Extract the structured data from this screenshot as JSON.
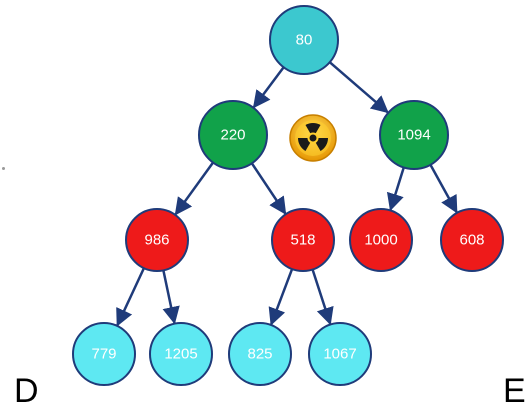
{
  "tree": {
    "nodes": [
      {
        "id": "n80",
        "label": "80",
        "level": 0,
        "color": "#3cc8cf",
        "text_color": "#ffffff"
      },
      {
        "id": "n220",
        "label": "220",
        "level": 1,
        "color": "#11a24a",
        "text_color": "#ffffff"
      },
      {
        "id": "n1094",
        "label": "1094",
        "level": 1,
        "color": "#11a24a",
        "text_color": "#ffffff"
      },
      {
        "id": "n986",
        "label": "986",
        "level": 2,
        "color": "#ee1a1a",
        "text_color": "#ffffff"
      },
      {
        "id": "n518",
        "label": "518",
        "level": 2,
        "color": "#ee1a1a",
        "text_color": "#ffffff"
      },
      {
        "id": "n1000",
        "label": "1000",
        "level": 2,
        "color": "#ee1a1a",
        "text_color": "#ffffff"
      },
      {
        "id": "n608",
        "label": "608",
        "level": 2,
        "color": "#ee1a1a",
        "text_color": "#ffffff"
      },
      {
        "id": "n779",
        "label": "779",
        "level": 3,
        "color": "#5ee8f2",
        "text_color": "#1a1a1a"
      },
      {
        "id": "n1205",
        "label": "1205",
        "level": 3,
        "color": "#5ee8f2",
        "text_color": "#1a1a1a"
      },
      {
        "id": "n825",
        "label": "825",
        "level": 3,
        "color": "#5ee8f2",
        "text_color": "#1a1a1a"
      },
      {
        "id": "n1067",
        "label": "1067",
        "level": 3,
        "color": "#5ee8f2",
        "text_color": "#1a1a1a"
      }
    ],
    "edges": [
      [
        "n80",
        "n220"
      ],
      [
        "n80",
        "n1094"
      ],
      [
        "n220",
        "n986"
      ],
      [
        "n220",
        "n518"
      ],
      [
        "n1094",
        "n1000"
      ],
      [
        "n1094",
        "n608"
      ],
      [
        "n986",
        "n779"
      ],
      [
        "n986",
        "n1205"
      ],
      [
        "n518",
        "n825"
      ],
      [
        "n518",
        "n1067"
      ]
    ],
    "edge_color": "#1f3b7a",
    "node_stroke": "#1f3b7a"
  },
  "icons": {
    "radiation": {
      "name": "radiation-icon",
      "outer_color": "#f2a900",
      "inner_color": "#ffd23a",
      "symbol_color": "#1a1a1a"
    }
  },
  "labels": {
    "left": "D",
    "right": "E"
  }
}
